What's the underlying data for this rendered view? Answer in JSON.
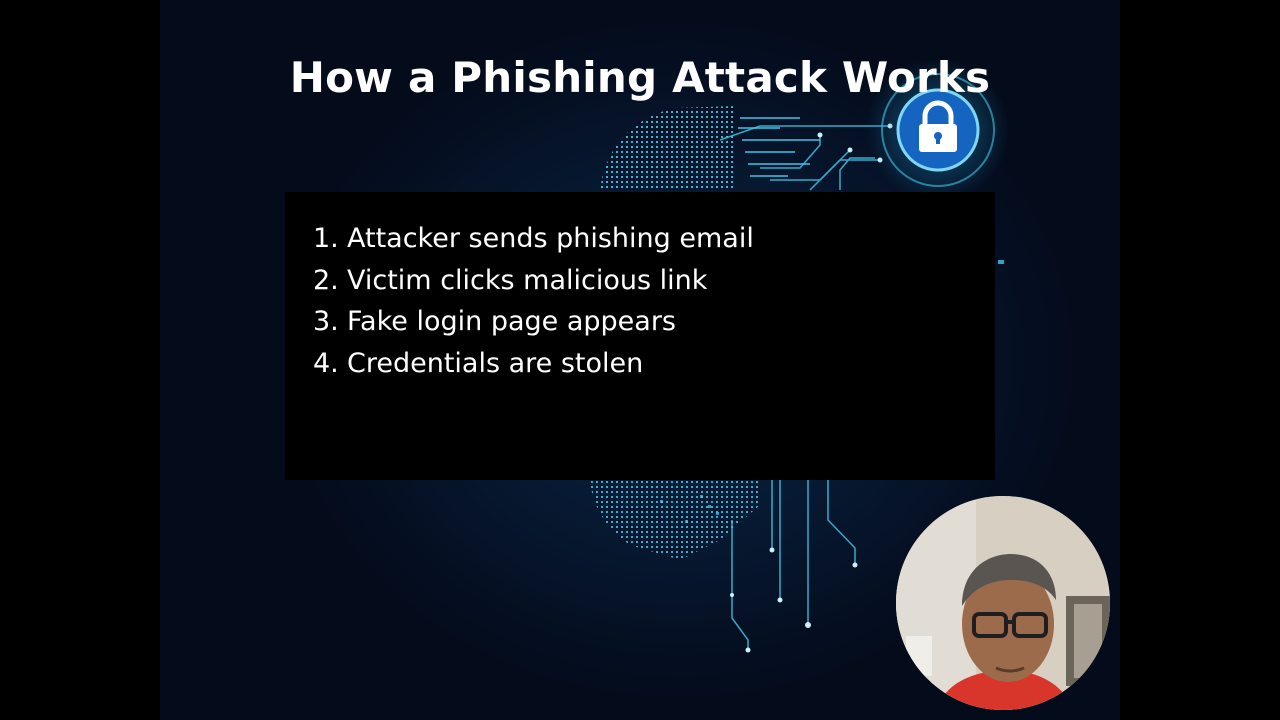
{
  "slide": {
    "title": "How a Phishing Attack Works",
    "steps": [
      {
        "number": "1.",
        "text": "Attacker sends phishing email"
      },
      {
        "number": "2.",
        "text": "Victim clicks malicious link"
      },
      {
        "number": "3.",
        "text": "Fake login page appears"
      },
      {
        "number": "4.",
        "text": "Credentials are stolen"
      }
    ]
  },
  "icons": {
    "lock": "padlock-icon",
    "background": "digital-head-circuit-illustration"
  },
  "colors": {
    "background": "#071a33",
    "accent": "#3fc6e8",
    "lock_badge": "#1565c0",
    "text": "#ffffff",
    "content_box": "#000000"
  }
}
